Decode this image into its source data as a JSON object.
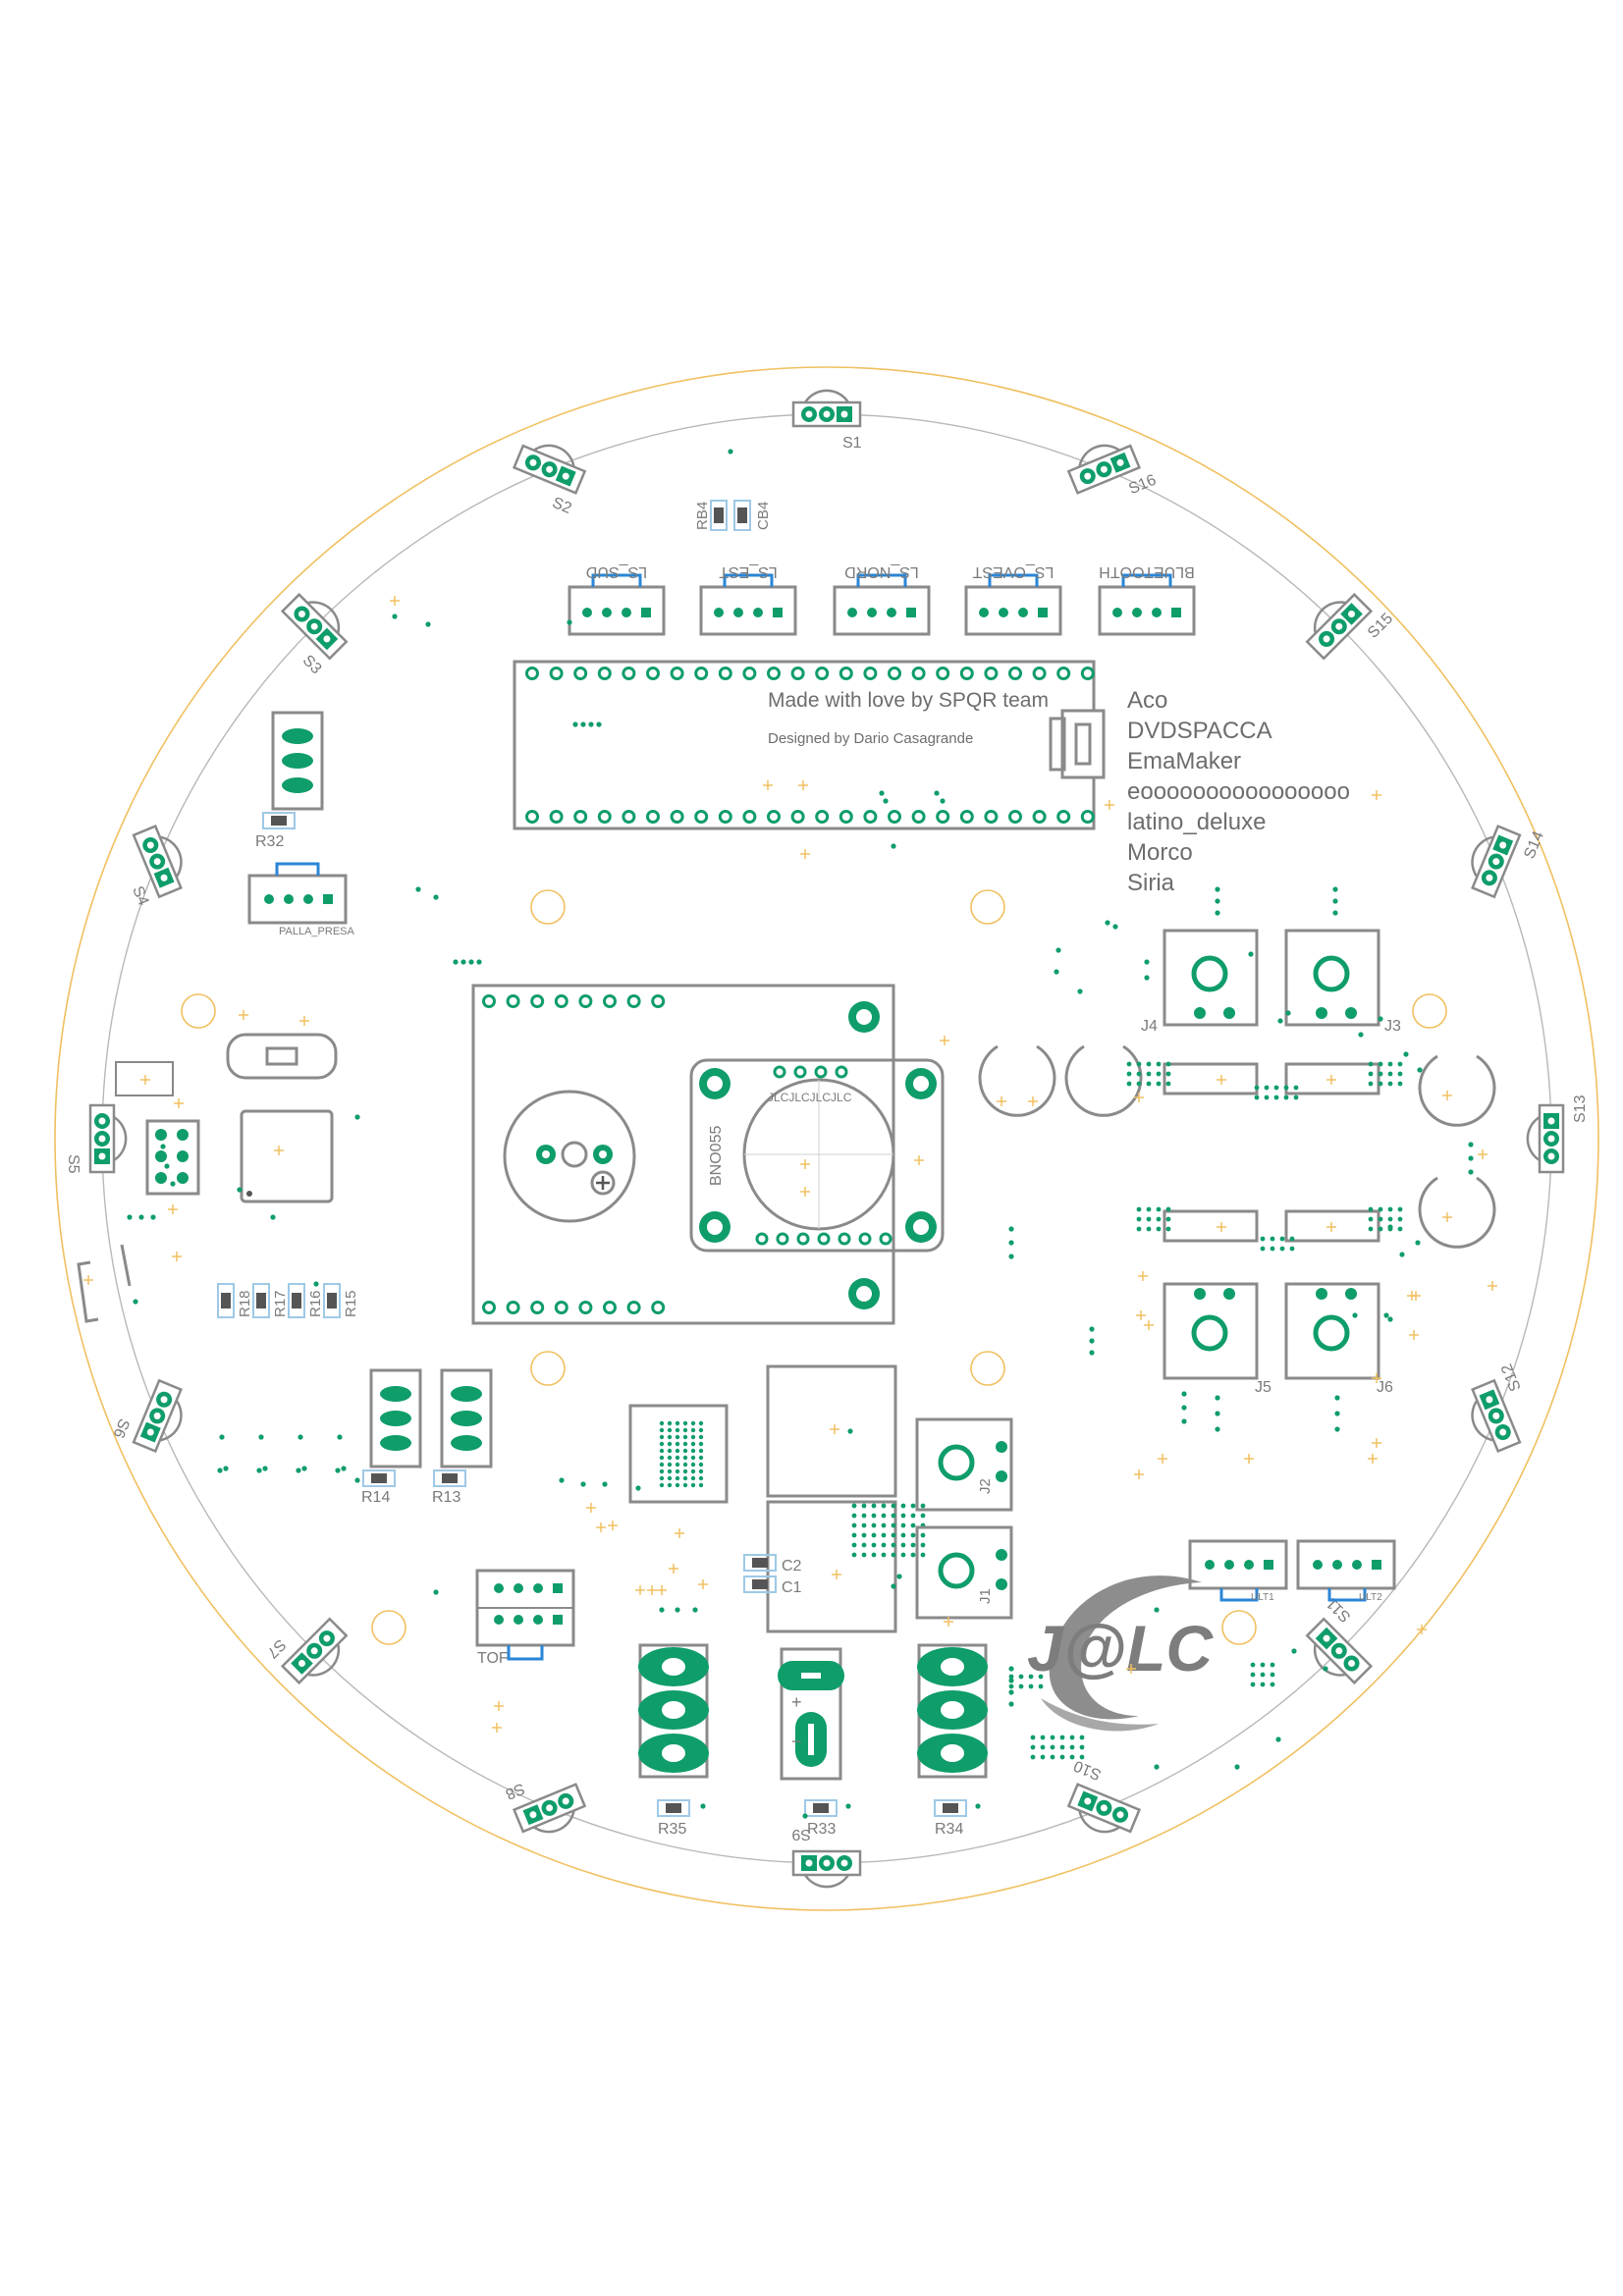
{
  "credits": {
    "made_with_love": "Made with love by SPQR team",
    "designer": "Designed by Dario Casagrande"
  },
  "team_names": [
    "Aco",
    "DVDSPACCA",
    "EmaMaker",
    "eoooooooooooooooo",
    "latino_deluxe",
    "Morco",
    "Siria"
  ],
  "sensor_labels": [
    "S1",
    "S2",
    "S3",
    "S4",
    "S5",
    "S6",
    "S7",
    "S8",
    "S9",
    "S10",
    "S11",
    "S12",
    "S13",
    "S14",
    "S15",
    "S16"
  ],
  "connectors": {
    "ls_sud": "LS_SUD",
    "ls_est": "LS_EST",
    "ls_nord": "LS_NORD",
    "ls_ovest": "LS_OVEST",
    "bluetooth": "BLUETOOTH",
    "palla_presa": "PALLA_PRESA",
    "tof": "TOF",
    "ult1": "ULT1",
    "ult2": "ULT2"
  },
  "components": {
    "rb4": "RB4",
    "cb4": "CB4",
    "r32": "R32",
    "r18": "R18",
    "r17": "R17",
    "r16": "R16",
    "r15": "R15",
    "r14": "R14",
    "r13": "R13",
    "r35": "R35",
    "r33": "R33",
    "r34": "R34",
    "c1": "C1",
    "c2": "C2",
    "j1": "J1",
    "j2": "J2",
    "j3": "J3",
    "j4": "J4",
    "j5": "J5",
    "j6": "J6",
    "bno055": "BNO055",
    "jlc_marking": "JLCJLCJLCJLC",
    "plus": "+",
    "minus": "−"
  },
  "logo": {
    "text": "J@LC"
  },
  "colors": {
    "pad": "#0f9d6a",
    "silk": "#8a8a8a",
    "connector_key": "#2a86d6",
    "outline": "#f0c060"
  }
}
